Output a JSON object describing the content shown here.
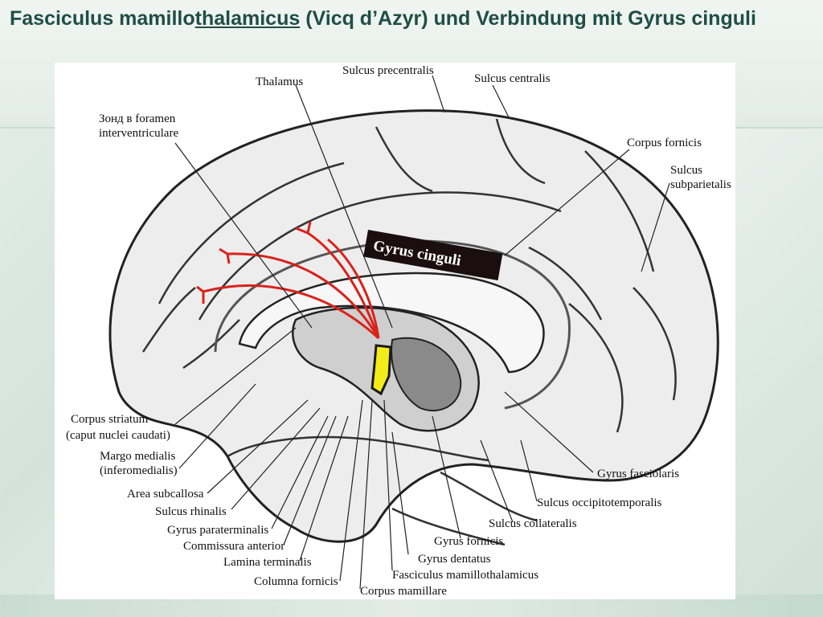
{
  "slide": {
    "title_part1": "Fasciculus mamillo",
    "title_part2": "thalamicus",
    "title_part3": " (Vicq d’Azyr) und Verbindung mit Gyrus cinguli"
  },
  "figure": {
    "highlight_color": "#f4ec1a",
    "tract_color": "#d9231c",
    "labels": {
      "thalamus": "Thalamus",
      "sulcus_precentralis": "Sulcus precentralis",
      "sulcus_centralis": "Sulcus centralis",
      "zond_line1": "Зонд в foramen",
      "zond_line2": "interventriculare",
      "corpus_fornicis": "Corpus fornicis",
      "sulcus_subparietalis_line1": "Sulcus",
      "sulcus_subparietalis_line2": "subparietalis",
      "gyrus_cinguli": "Gyrus cinguli",
      "corpus_striatum_line1": "Corpus striatum",
      "corpus_striatum_line2": "(caput nuclei caudati)",
      "margo_medialis_line1": "Margo medialis",
      "margo_medialis_line2": "(inferomedialis)",
      "area_subcallosa": "Area subcallosa",
      "sulcus_rhinalis": "Sulcus rhinalis",
      "gyrus_paraterminalis": "Gyrus paraterminalis",
      "commissura_anterior": "Commissura anterior",
      "lamina_terminalis": "Lamina terminalis",
      "columna_fornicis": "Columna fornicis",
      "corpus_mamillare": "Corpus mamillare",
      "fasciculus_mamillothalamicus": "Fasciculus mamillothalamicus",
      "gyrus_dentatus": "Gyrus dentatus",
      "gyrus_fornicis": "Gyrus fornicis",
      "sulcus_collateralis": "Sulcus collateralis",
      "sulcus_occipitotemporalis": "Sulcus occipitotemporalis",
      "gyrus_fasciolaris": "Gyrus fasciolaris"
    }
  }
}
